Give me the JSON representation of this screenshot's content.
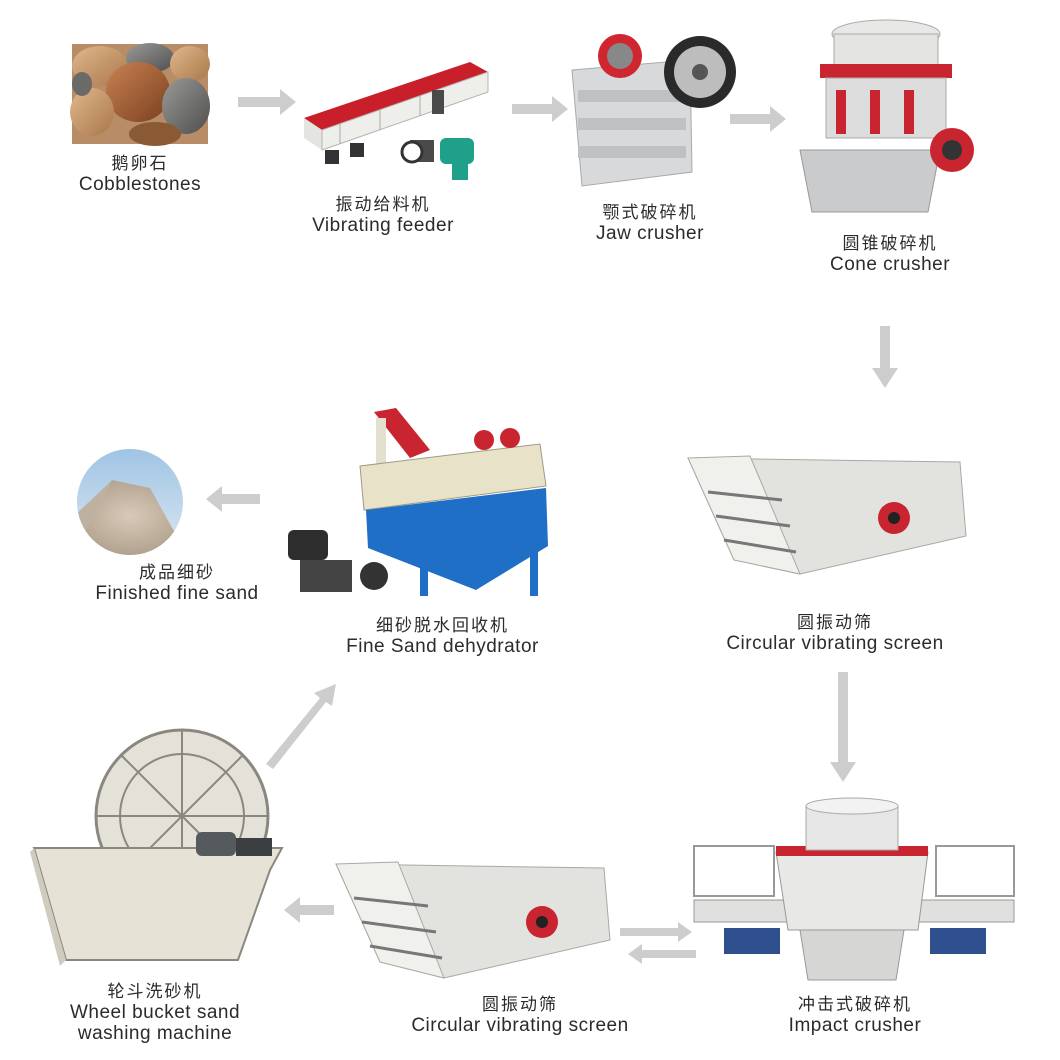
{
  "steps": [
    {
      "zh": "鹅卵石",
      "en": "Cobblestones"
    },
    {
      "zh": "振动给料机",
      "en": "Vibrating feeder"
    },
    {
      "zh": "颚式破碎机",
      "en": "Jaw crusher"
    },
    {
      "zh": "圆锥破碎机",
      "en": "Cone crusher"
    },
    {
      "zh": "圆振动筛",
      "en": "Circular vibrating screen"
    },
    {
      "zh": "冲击式破碎机",
      "en": "Impact crusher"
    },
    {
      "zh": "圆振动筛",
      "en": "Circular vibrating screen"
    },
    {
      "zh": "轮斗洗砂机",
      "en": "Wheel bucket sand",
      "en2": "washing machine"
    },
    {
      "zh": "细砂脱水回收机",
      "en": "Fine Sand dehydrator"
    },
    {
      "zh": "成品细砂",
      "en": "Finished fine sand"
    }
  ],
  "colors": {
    "arrow": "#cdcdcd",
    "machine": "#e6e6e1",
    "accent_red": "#c8232c",
    "blue": "#2a74c6"
  }
}
